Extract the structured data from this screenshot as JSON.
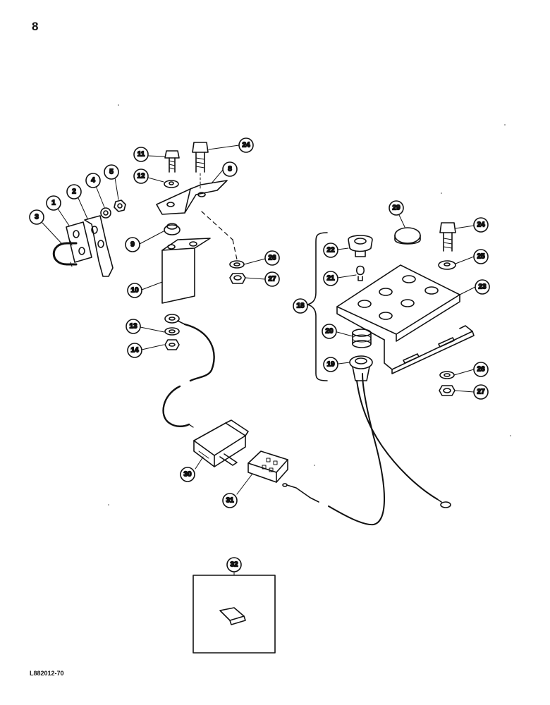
{
  "page_number": "8",
  "figure_code": "L882012-70",
  "callouts": [
    {
      "id": "c1",
      "label": "1"
    },
    {
      "id": "c2",
      "label": "2"
    },
    {
      "id": "c3",
      "label": "3"
    },
    {
      "id": "c4",
      "label": "4"
    },
    {
      "id": "c5",
      "label": "5"
    },
    {
      "id": "c8",
      "label": "8"
    },
    {
      "id": "c9",
      "label": "9"
    },
    {
      "id": "c10",
      "label": "10"
    },
    {
      "id": "c11",
      "label": "11"
    },
    {
      "id": "c12",
      "label": "12"
    },
    {
      "id": "c13",
      "label": "13"
    },
    {
      "id": "c14",
      "label": "14"
    },
    {
      "id": "c18",
      "label": "18"
    },
    {
      "id": "c19",
      "label": "19"
    },
    {
      "id": "c20",
      "label": "20"
    },
    {
      "id": "c21",
      "label": "21"
    },
    {
      "id": "c22",
      "label": "22"
    },
    {
      "id": "c23",
      "label": "23"
    },
    {
      "id": "c24a",
      "label": "24"
    },
    {
      "id": "c24b",
      "label": "24"
    },
    {
      "id": "c25",
      "label": "25"
    },
    {
      "id": "c26a",
      "label": "26"
    },
    {
      "id": "c26b",
      "label": "26"
    },
    {
      "id": "c27a",
      "label": "27"
    },
    {
      "id": "c27b",
      "label": "27"
    },
    {
      "id": "c29",
      "label": "29"
    },
    {
      "id": "c30",
      "label": "30"
    },
    {
      "id": "c31",
      "label": "31"
    },
    {
      "id": "c32",
      "label": "32"
    }
  ]
}
